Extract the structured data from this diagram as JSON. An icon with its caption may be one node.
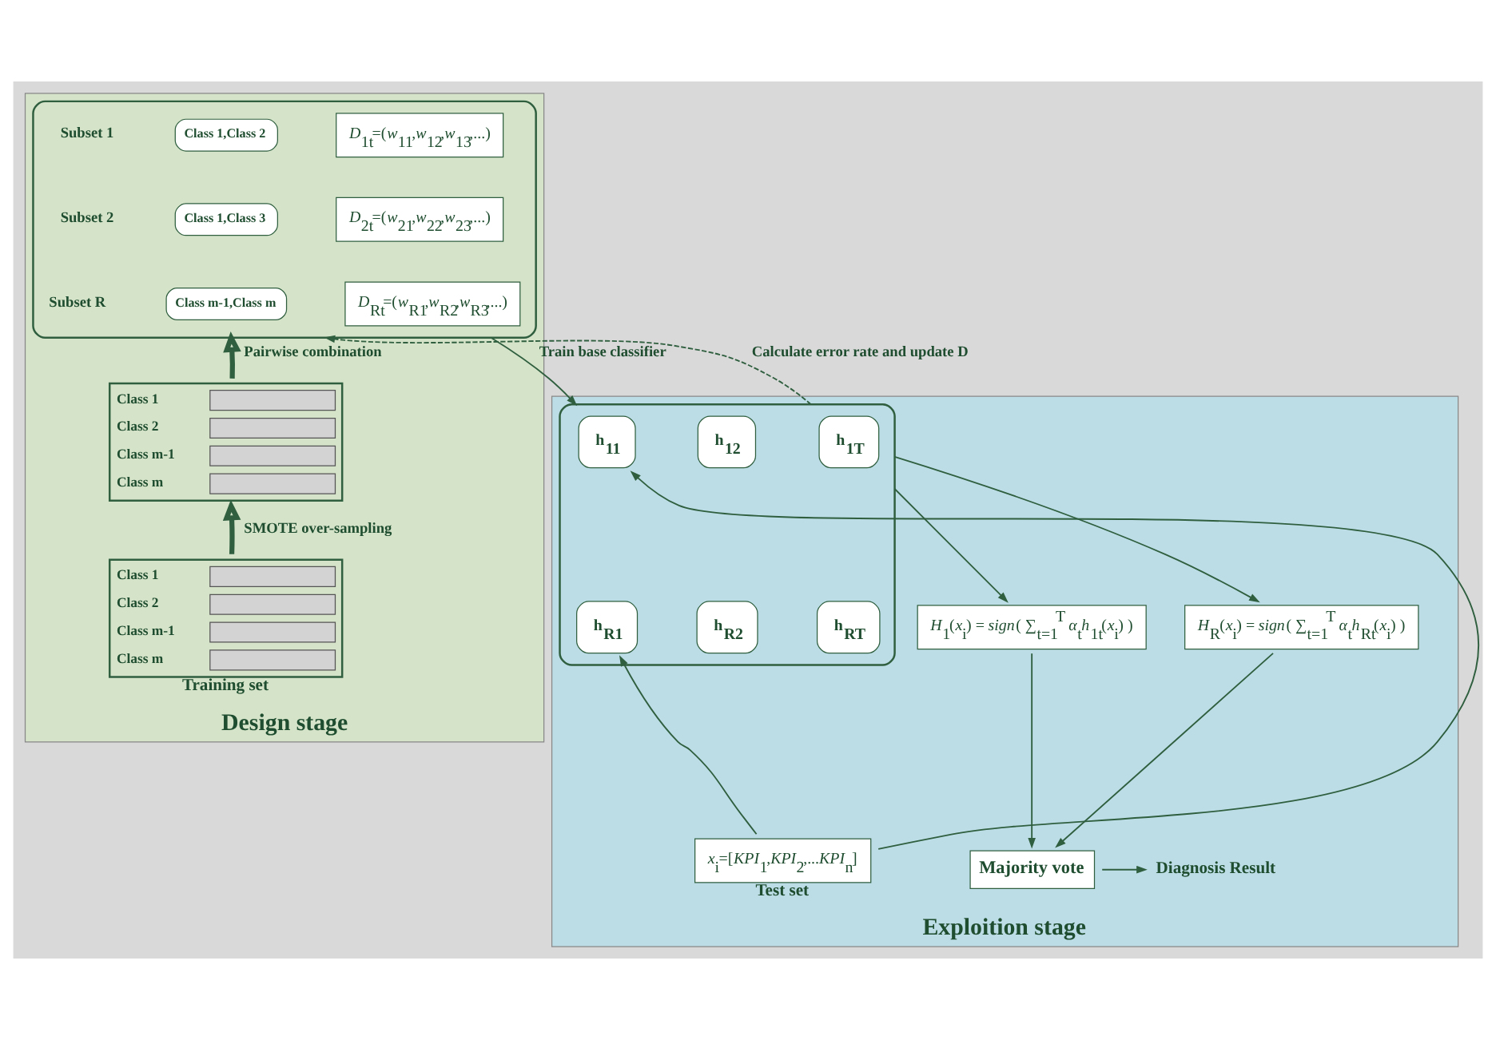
{
  "diagram": {
    "nodes": [
      {
        "text": [
          "Design stage"
        ]
      },
      {
        "text": [],
        "shape": "box",
        "in": 0
      },
      {
        "text": [
          "Class 1,Class 2"
        ],
        "in": 1
      },
      {
        "text": [
          "Class 1,Class 3"
        ],
        "in": 1
      },
      {
        "text": [
          "Class m-1,Class m"
        ],
        "in": 1
      },
      {
        "text": [
          "*D*$_{1t}$=(*w*$_{11}$,*w*$_{12}$,*w*$_{13}$,...)"
        ],
        "in": 1
      },
      {
        "text": [
          "*D*$_{2t}$=(*w*$_{21}$,*w*$_{22}$,*w*$_{23}$,...)"
        ],
        "in": 1
      },
      {
        "text": [
          "*D*$_{Rt}$=(*w*$_{R1}$,*w*$_{R2}$,*w*$_{R3}$,...)"
        ],
        "in": 1
      },
      {
        "text": [
          "Class 1",
          "Class 2",
          "Class m-1",
          "Class m"
        ],
        "in": 0
      },
      {
        "text": [
          "Class 1",
          "Class 2",
          "Class m-1",
          "Class m"
        ],
        "beside": [
          "Training set"
        ],
        "in": 0
      },
      {
        "text": [
          "Exploition stage"
        ]
      },
      {
        "text": [],
        "shape": "box",
        "in": 10
      },
      {
        "text": [
          "h$_{11}$"
        ],
        "in": 11
      },
      {
        "text": [
          "h$_{12}$"
        ],
        "in": 11
      },
      {
        "text": [
          "h$_{1T}$"
        ],
        "in": 11
      },
      {
        "text": [
          "h$_{R1}$"
        ],
        "in": 11
      },
      {
        "text": [
          "h$_{R2}$"
        ],
        "in": 11
      },
      {
        "text": [
          "h$_{RT}$"
        ],
        "in": 11
      },
      {
        "text": [
          "*H*$_{1}$(*x*$_{i}$) = *sign*( ∑$_{t=1}$$^{T}$ *α*$_{t}$*h*$_{1t}$(*x*$_{i}$) )"
        ],
        "in": 10
      },
      {
        "text": [
          "*H*$_{R}$(*x*$_{i}$) = *sign*( ∑$_{t=1}$$^{T}$ *α*$_{t}$*h*$_{Rt}$(*x*$_{i}$) )"
        ],
        "in": 10
      },
      {
        "text": [
          "Majority vote"
        ],
        "in": 10
      },
      {
        "text": [
          "Diagnosis Result"
        ],
        "in": 10
      },
      {
        "text": [
          "*x*$_{i}$=[*KPI*$_{1}$,*KPI*$_{2}$,...*KPI*$_{n}$]"
        ],
        "beside": [
          "Test set"
        ],
        "in": 10
      }
    ],
    "edges": [
      {
        "from": 9,
        "to": 8,
        "arrow": "to",
        "label": "SMOTE over-sampling",
        "style": "thick"
      },
      {
        "from": 8,
        "to": 1,
        "arrow": "to",
        "label": "Pairwise combination",
        "style": "thick"
      },
      {
        "from": 1,
        "to": 11,
        "arrow": "to",
        "label": "Train base classifier"
      },
      {
        "from": 11,
        "to": 1,
        "arrow": "to",
        "label": "Calculate error rate and update D",
        "style": "dashed"
      },
      {
        "from": 22,
        "to": 12,
        "arrow": "to"
      },
      {
        "from": 22,
        "to": 15,
        "arrow": "to"
      },
      {
        "from": 11,
        "to": 18,
        "arrow": "to"
      },
      {
        "from": 11,
        "to": 19,
        "arrow": "to"
      },
      {
        "from": 18,
        "to": 20,
        "arrow": "to"
      },
      {
        "from": 19,
        "to": 20,
        "arrow": "to"
      },
      {
        "from": 20,
        "to": 21,
        "arrow": "to"
      }
    ],
    "labels": [
      "Subset 1",
      "Subset 2",
      "Subset R"
    ]
  }
}
